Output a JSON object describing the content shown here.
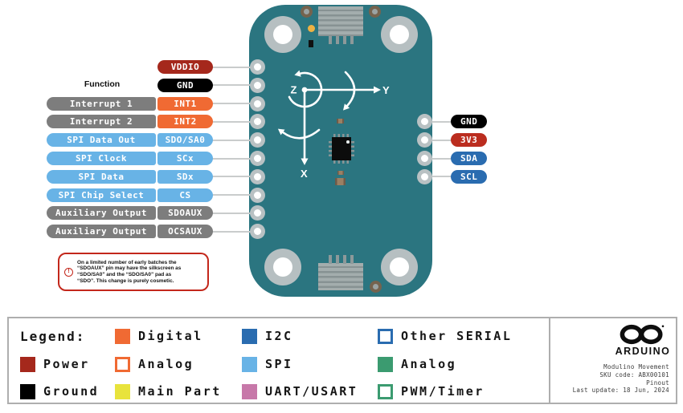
{
  "colors": {
    "power": "#a5281c",
    "power_bright": "#bb2d1f",
    "ground": "#000000",
    "digital": "#f06a33",
    "spi": "#68b3e6",
    "i2c": "#2a6cb0",
    "gray": "#7d7d7d",
    "board_teal": "#2b7580",
    "warning_red": "#c3271b"
  },
  "board": {
    "axes": {
      "x": "X",
      "y": "Y",
      "z": "Z"
    }
  },
  "left_panel": {
    "header": "Function",
    "pins": [
      {
        "function": null,
        "label": "VDDIO",
        "label_type": "power"
      },
      {
        "function": null,
        "label": "GND",
        "label_type": "ground"
      },
      {
        "function": "Interrupt 1",
        "func_type": "gray",
        "label": "INT1",
        "label_type": "digital"
      },
      {
        "function": "Interrupt 2",
        "func_type": "gray",
        "label": "INT2",
        "label_type": "digital"
      },
      {
        "function": "SPI Data Out",
        "func_type": "spi",
        "label": "SDO/SA0",
        "label_type": "spi"
      },
      {
        "function": "SPI Clock",
        "func_type": "spi",
        "label": "SCx",
        "label_type": "spi"
      },
      {
        "function": "SPI Data",
        "func_type": "spi",
        "label": "SDx",
        "label_type": "spi"
      },
      {
        "function": "SPI Chip Select",
        "func_type": "spi",
        "label": "CS",
        "label_type": "spi"
      },
      {
        "function": "Auxiliary Output",
        "func_type": "gray",
        "label": "SDOAUX",
        "label_type": "gray"
      },
      {
        "function": "Auxiliary Output",
        "func_type": "gray",
        "label": "OCSAUX",
        "label_type": "gray"
      }
    ]
  },
  "right_panel": {
    "pins": [
      {
        "label": "GND",
        "type": "ground"
      },
      {
        "label": "3V3",
        "type": "power_bright"
      },
      {
        "label": "SDA",
        "type": "i2c"
      },
      {
        "label": "SCL",
        "type": "i2c"
      }
    ]
  },
  "warning": {
    "icon": "!",
    "lines": [
      "On a limited number of early batches the",
      "“SDOAUX” pin may have the silkscreen as",
      "“SDO/SA0” and the “SDO/SA0” pad as",
      "“SDO”. This change is purely cosmetic."
    ]
  },
  "legend": {
    "columns": [
      [
        {
          "label": "Legend:",
          "style": "title"
        },
        {
          "label": "Power",
          "style": "filled",
          "color": "#a5281c"
        },
        {
          "label": "Ground",
          "style": "filled",
          "color": "#000000"
        }
      ],
      [
        {
          "label": "Digital",
          "style": "filled",
          "color": "#f06a33"
        },
        {
          "label": "Analog",
          "style": "outline",
          "color": "#f06a33"
        },
        {
          "label": "Main Part",
          "style": "filled",
          "color": "#e8e33c"
        }
      ],
      [
        {
          "label": "I2C",
          "style": "filled",
          "color": "#2a6cb0"
        },
        {
          "label": "SPI",
          "style": "filled",
          "color": "#68b3e6"
        },
        {
          "label": "UART/USART",
          "style": "filled",
          "color": "#c778a9"
        }
      ],
      [
        {
          "label": "Other SERIAL",
          "style": "outline",
          "color": "#2a6cb0"
        },
        {
          "label": "Analog",
          "style": "filled",
          "color": "#3b9b70"
        },
        {
          "label": "PWM/Timer",
          "style": "outline",
          "color": "#3b9b70"
        }
      ]
    ]
  },
  "footer": {
    "brand": "ARDUINO",
    "product": "Modulino Movement",
    "sku": "SKU code: ABX00101",
    "doc_type": "Pinout",
    "last_update": "Last update: 18 Jun, 2024"
  }
}
